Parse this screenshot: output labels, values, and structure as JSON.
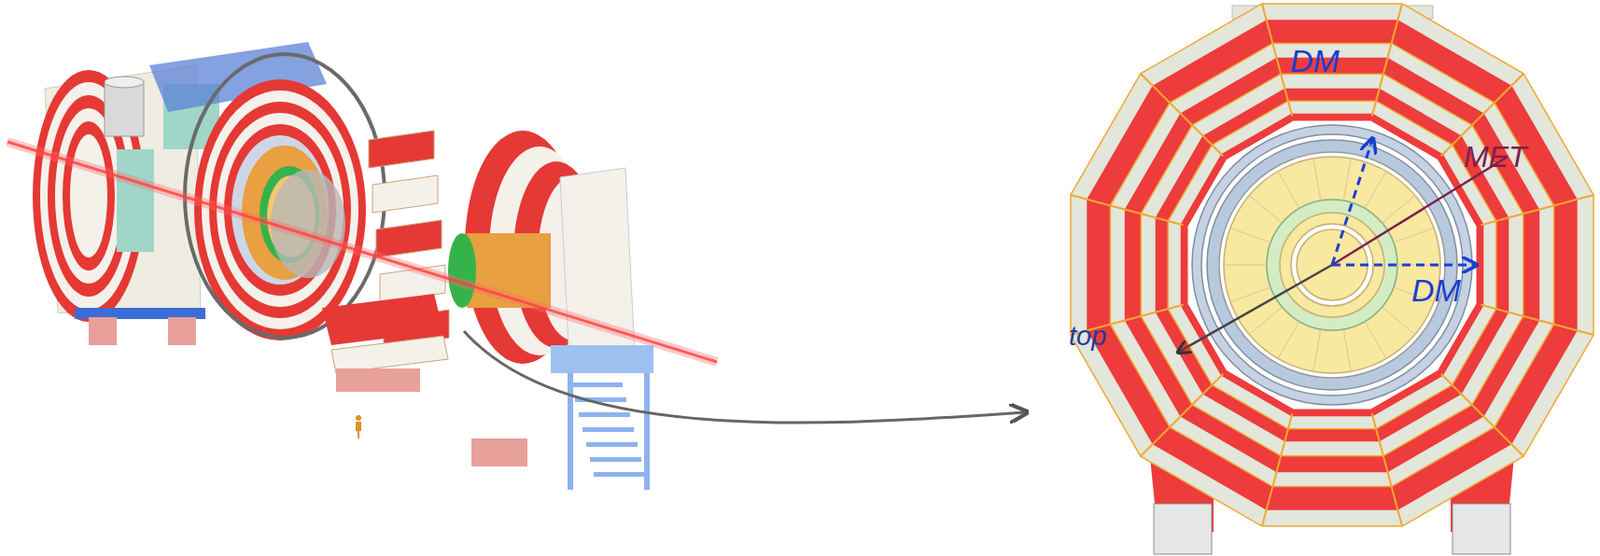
{
  "diagram": {
    "labels": [
      "DM",
      "MET",
      "DM",
      "top"
    ]
  }
}
